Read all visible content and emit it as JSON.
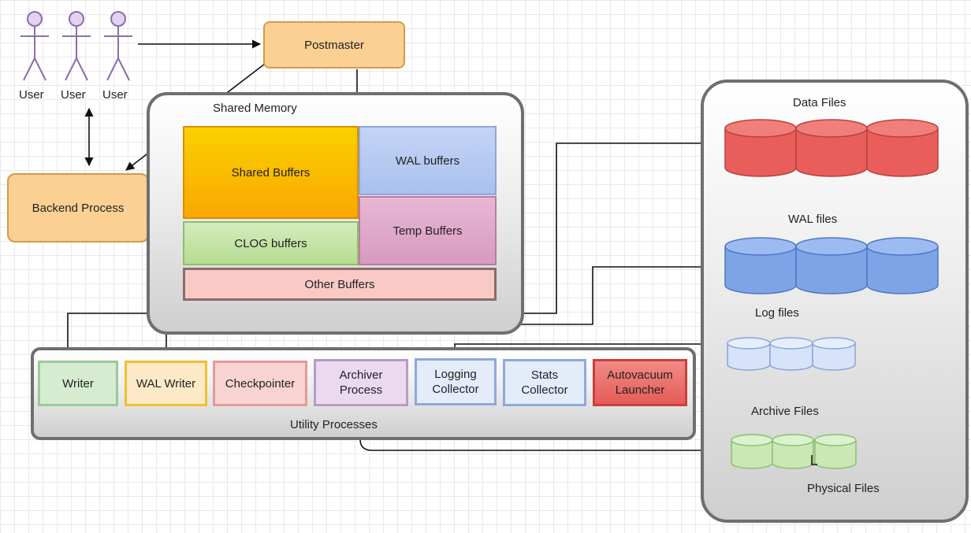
{
  "users": [
    "User",
    "User",
    "User"
  ],
  "postmaster": "Postmaster",
  "backend_process": "Backend Process",
  "shared_memory": {
    "title": "Shared Memory",
    "shared_buffers": "Shared Buffers",
    "wal_buffers": "WAL buffers",
    "temp_buffers": "Temp Buffers",
    "clog_buffers": "CLOG buffers",
    "other_buffers": "Other Buffers"
  },
  "utility": {
    "title": "Utility Processes",
    "writer": "Writer",
    "wal_writer": "WAL Writer",
    "checkpointer": "Checkpointer",
    "archiver": [
      "Archiver",
      "Process"
    ],
    "logging": [
      "Logging",
      "Collector"
    ],
    "stats": [
      "Stats",
      "Collector"
    ],
    "autovacuum": [
      "Autovacuum",
      "Launcher"
    ]
  },
  "physical": {
    "title": "Physical Files",
    "data_files": "Data Files",
    "wal_files": "WAL files",
    "log_files": "Log files",
    "archive_files": "Archive Files"
  },
  "colors": {
    "orange_box": "#fcd093",
    "shared_buffers": "#f9b800",
    "wal_buffers": "#b6caf1",
    "temp_buffers": "#e0aacb",
    "clog_buffers": "#c3e3a4",
    "other_buffers": "#f9c9c6",
    "data_files": "#e95e5b",
    "wal_files": "#7ea4e8",
    "log_files": "#d7e3f8",
    "archive_files": "#c9e8b5"
  }
}
